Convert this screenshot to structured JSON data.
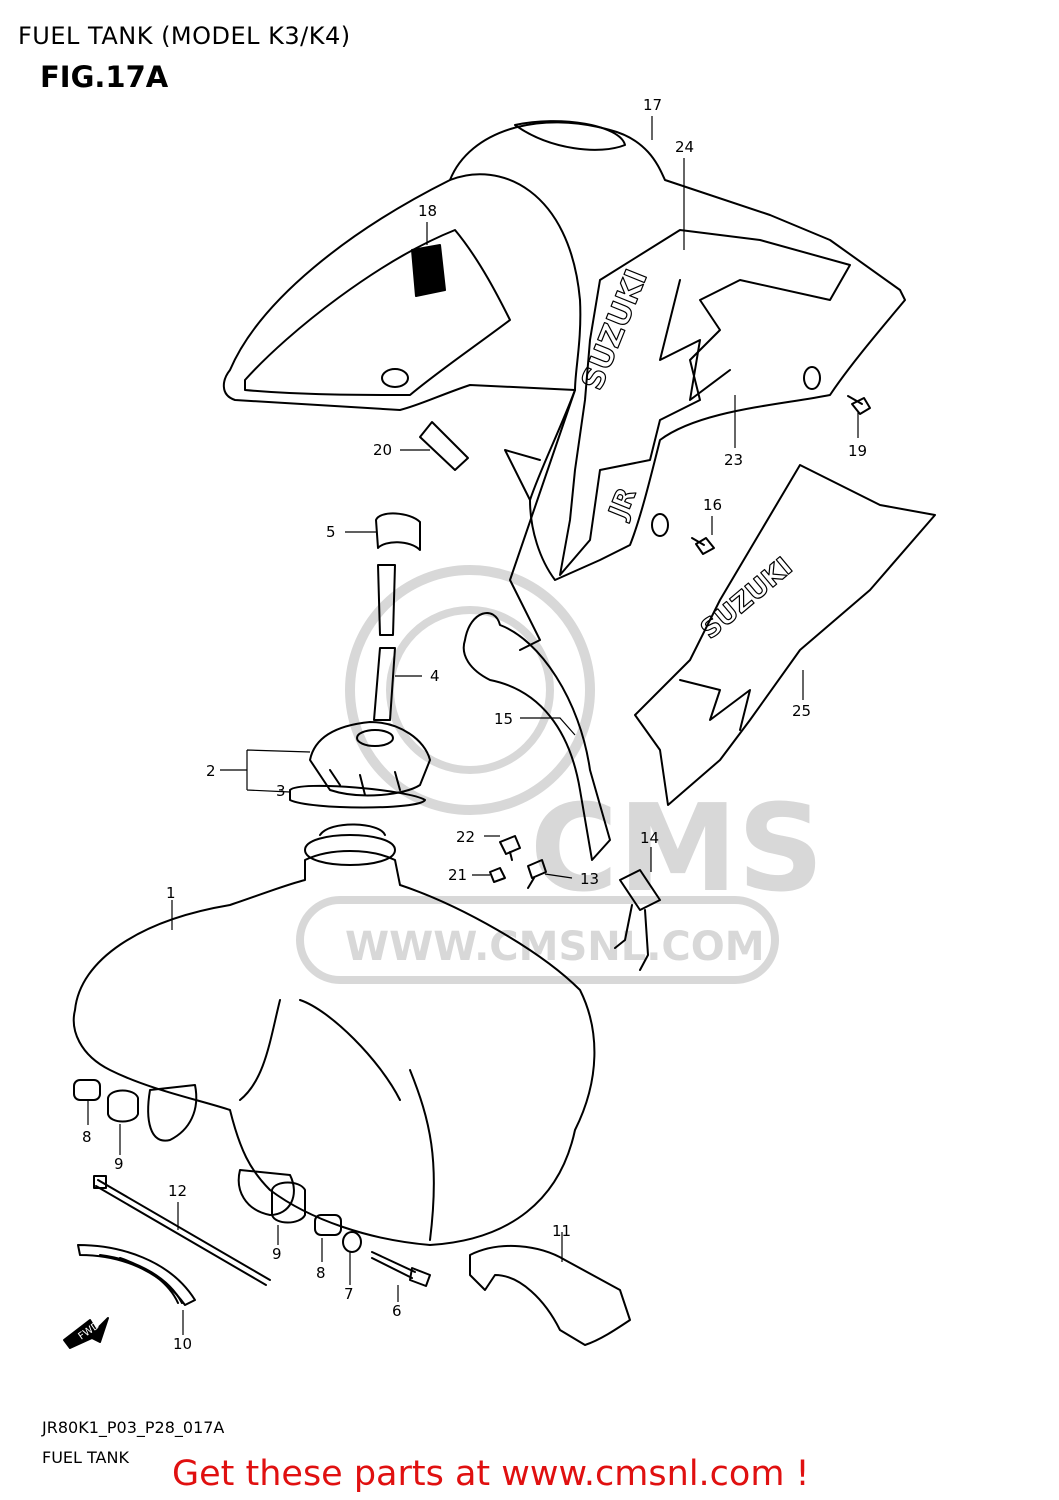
{
  "header": {
    "title": "FUEL TANK (MODEL K3/K4)",
    "figure": "FIG.17A"
  },
  "footer": {
    "diagram_code": "JR80K1_P03_P28_017A",
    "section_name": "FUEL TANK",
    "promo": "Get these parts at www.cmsnl.com !"
  },
  "watermark": {
    "brand": "CMS",
    "url": "WWW.CMSNL.COM"
  },
  "decals": {
    "brand_text": "SUZUKI",
    "model_text": "JR"
  },
  "direction_marker": "FWD",
  "callouts": {
    "c1": "1",
    "c2": "2",
    "c3": "3",
    "c4": "4",
    "c5": "5",
    "c6": "6",
    "c7": "7",
    "c8a": "8",
    "c8b": "8",
    "c9a": "9",
    "c9b": "9",
    "c10": "10",
    "c11": "11",
    "c12": "12",
    "c13": "13",
    "c14": "14",
    "c15": "15",
    "c16": "16",
    "c17": "17",
    "c18": "18",
    "c19": "19",
    "c20": "20",
    "c21": "21",
    "c22": "22",
    "c23": "23",
    "c24": "24",
    "c25": "25"
  },
  "colors": {
    "line": "#000000",
    "watermark": "#d8d8d8",
    "promo": "#e01010"
  }
}
